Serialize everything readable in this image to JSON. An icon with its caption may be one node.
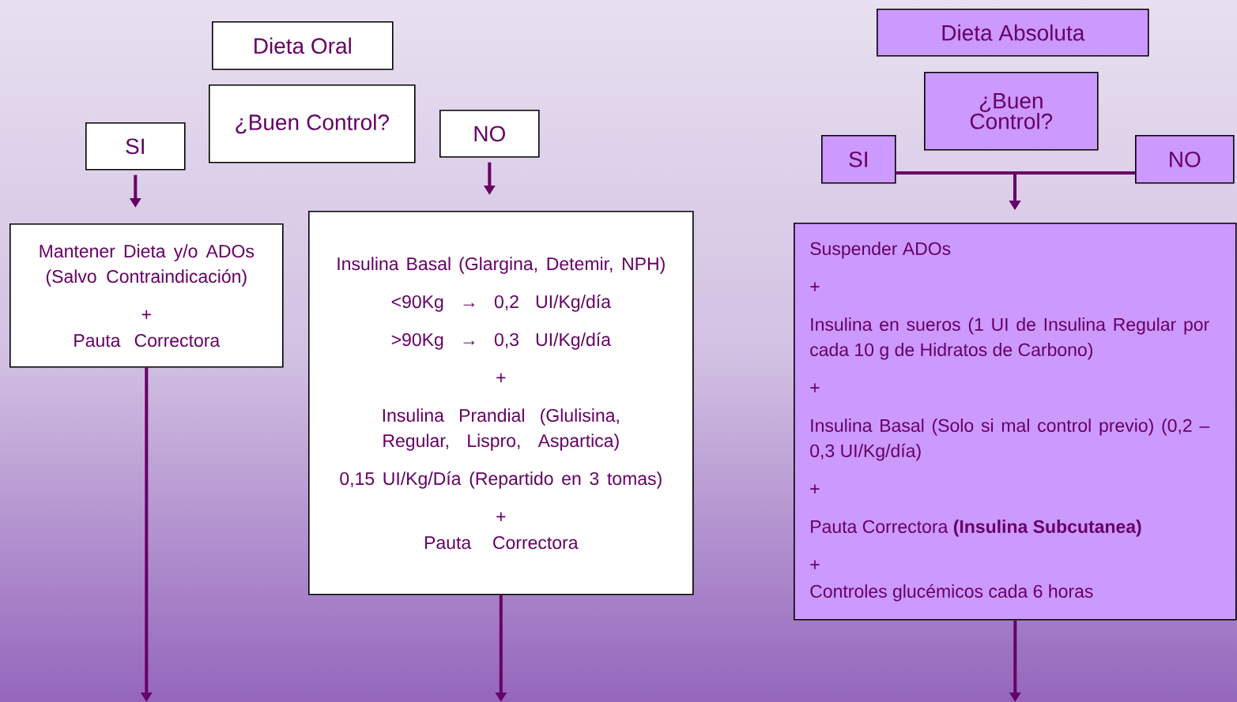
{
  "diagram": {
    "nodes": [
      {
        "text": [
          "Dieta Oral"
        ]
      },
      {
        "text": [
          "¿Buen Control?"
        ]
      },
      {
        "text": [
          "SI"
        ]
      },
      {
        "text": [
          "NO"
        ]
      },
      {
        "text": [
          "Mantener Dieta y/o ADOs (Salvo Contraindicación)",
          "+",
          "Pauta Correctora"
        ]
      },
      {
        "text": [
          "Insulina Basal (Glargina, Detemir, NPH)",
          "<90Kg → 0,2 UI/Kg/día",
          ">90Kg → 0,3 UI/Kg/día",
          "+",
          "Insulina Prandial (Glulisina, Regular, Lispro, Aspartica)",
          "0,15 UI/Kg/Día (Repartido en 3 tomas)",
          "+",
          "Pauta Correctora"
        ]
      },
      {
        "text": [
          "Dieta Absoluta"
        ]
      },
      {
        "text": [
          "¿Buen Control?"
        ]
      },
      {
        "text": [
          "SI"
        ]
      },
      {
        "text": [
          "NO"
        ]
      },
      {
        "text": [
          "Suspender ADOs",
          "+",
          "Insulina en sueros (1 UI de Insulina Regular por cada 10 g de Hidratos de Carbono)",
          "+",
          "Insulina Basal (Solo si mal control previo) (0,2 – 0,3 UI/Kg/día)",
          "+",
          "Pauta Correctora **(Insulina Subcutanea)**",
          "+",
          "Controles glucémicos cada 6 horas"
        ]
      }
    ],
    "edges": [
      {
        "from": 2,
        "to": 4,
        "arrow": "to"
      },
      {
        "from": 3,
        "to": 5,
        "arrow": "to"
      },
      {
        "from": 8,
        "to": 10,
        "arrow": "to"
      },
      {
        "from": 9,
        "to": 10,
        "arrow": "to"
      },
      {
        "from": 4,
        "to": null,
        "arrow": "to"
      },
      {
        "from": 5,
        "to": null,
        "arrow": "to"
      },
      {
        "from": 10,
        "to": null,
        "arrow": "to"
      }
    ]
  }
}
